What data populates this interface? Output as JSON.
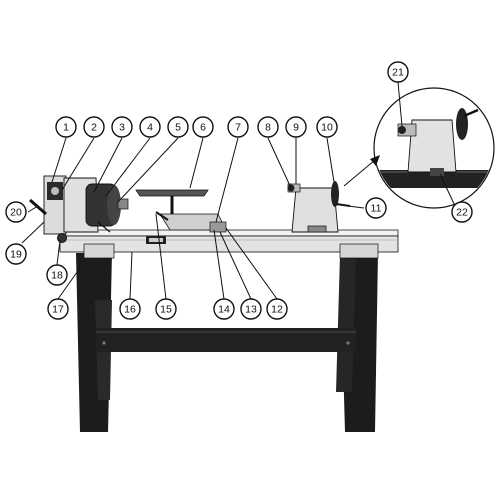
{
  "diagram": {
    "subject": "wood lathe parts identification",
    "colors": {
      "stand": "#1c1c1c",
      "bed": "#e6e6e6",
      "casting": "#d9d9d9",
      "motor": "#333333",
      "outline": "#111111"
    },
    "callouts": [
      {
        "id": "1",
        "label": "1"
      },
      {
        "id": "2",
        "label": "2"
      },
      {
        "id": "3",
        "label": "3"
      },
      {
        "id": "4",
        "label": "4"
      },
      {
        "id": "5",
        "label": "5"
      },
      {
        "id": "6",
        "label": "6"
      },
      {
        "id": "7",
        "label": "7"
      },
      {
        "id": "8",
        "label": "8"
      },
      {
        "id": "9",
        "label": "9"
      },
      {
        "id": "10",
        "label": "10"
      },
      {
        "id": "11",
        "label": "11"
      },
      {
        "id": "12",
        "label": "12"
      },
      {
        "id": "13",
        "label": "13"
      },
      {
        "id": "14",
        "label": "14"
      },
      {
        "id": "15",
        "label": "15"
      },
      {
        "id": "16",
        "label": "16"
      },
      {
        "id": "17",
        "label": "17"
      },
      {
        "id": "18",
        "label": "18"
      },
      {
        "id": "19",
        "label": "19"
      },
      {
        "id": "20",
        "label": "20"
      },
      {
        "id": "21",
        "label": "21"
      },
      {
        "id": "22",
        "label": "22"
      }
    ]
  }
}
